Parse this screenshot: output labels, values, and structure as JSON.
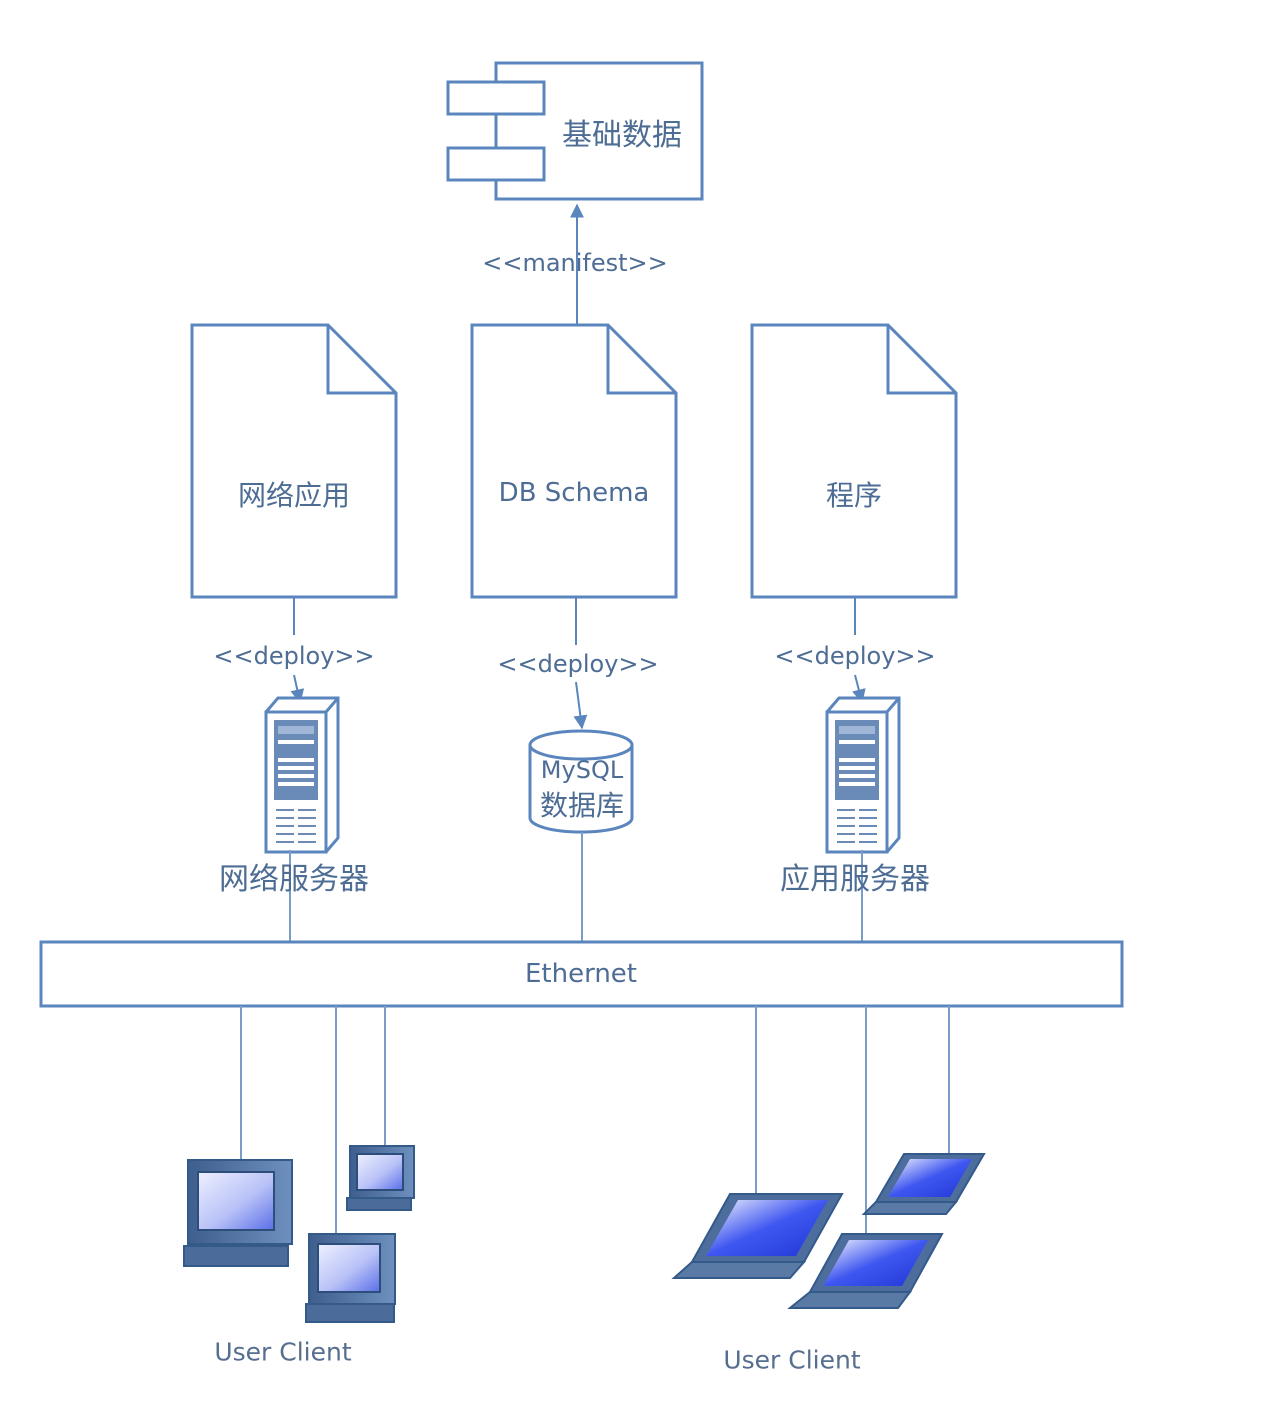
{
  "colors": {
    "line": "#5b86bd",
    "connector": "#7a9cc6",
    "text": "#4e6d95",
    "screen": "#3a4fe0"
  },
  "component": {
    "label": "基础数据",
    "icon": "uml-component-icon"
  },
  "relations": {
    "manifest": "<<manifest>>",
    "deploy_left": "<<deploy>>",
    "deploy_center": "<<deploy>>",
    "deploy_right": "<<deploy>>"
  },
  "artifacts": [
    {
      "label": "网络应用",
      "icon": "document-icon"
    },
    {
      "label": "DB Schema",
      "icon": "document-icon"
    },
    {
      "label": "程序",
      "icon": "document-icon"
    }
  ],
  "nodes": {
    "web_server": {
      "label": "网络服务器",
      "icon": "server-tower-icon"
    },
    "database": {
      "line1": "MySQL",
      "line2": "数据库",
      "icon": "database-cylinder-icon"
    },
    "app_server": {
      "label": "应用服务器",
      "icon": "server-tower-icon"
    }
  },
  "network": {
    "label": "Ethernet"
  },
  "clients": {
    "left": {
      "label": "User Client",
      "icon": "desktop-computer-icon"
    },
    "right": {
      "label": "User Client",
      "icon": "laptop-icon"
    }
  }
}
